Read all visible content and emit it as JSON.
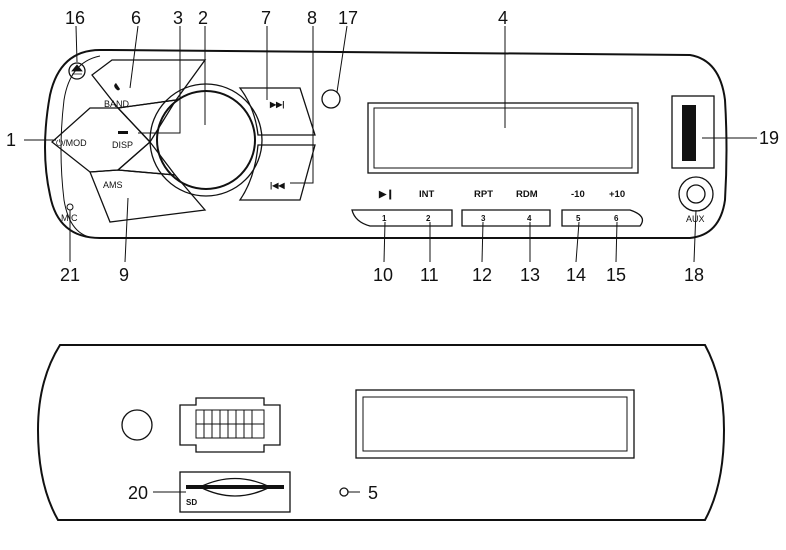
{
  "front_panel": {
    "buttons": {
      "band": "BAND",
      "disp": "DISP",
      "power_mod": "⏻/MOD",
      "ams": "AMS",
      "mic": "MIC",
      "aux": "AUX",
      "next": "▶▶|",
      "prev": "|◀◀"
    },
    "presets": [
      {
        "number": "1",
        "function": "▶❙"
      },
      {
        "number": "2",
        "function": "INT"
      },
      {
        "number": "3",
        "function": "RPT"
      },
      {
        "number": "4",
        "function": "RDM"
      },
      {
        "number": "5",
        "function": "-10"
      },
      {
        "number": "6",
        "function": "+10"
      }
    ],
    "callouts": [
      "1",
      "2",
      "3",
      "4",
      "6",
      "7",
      "8",
      "9",
      "10",
      "11",
      "12",
      "13",
      "14",
      "15",
      "16",
      "17",
      "18",
      "19",
      "21"
    ]
  },
  "back_panel": {
    "sd_label": "SD",
    "callouts": [
      "20",
      "5"
    ]
  }
}
